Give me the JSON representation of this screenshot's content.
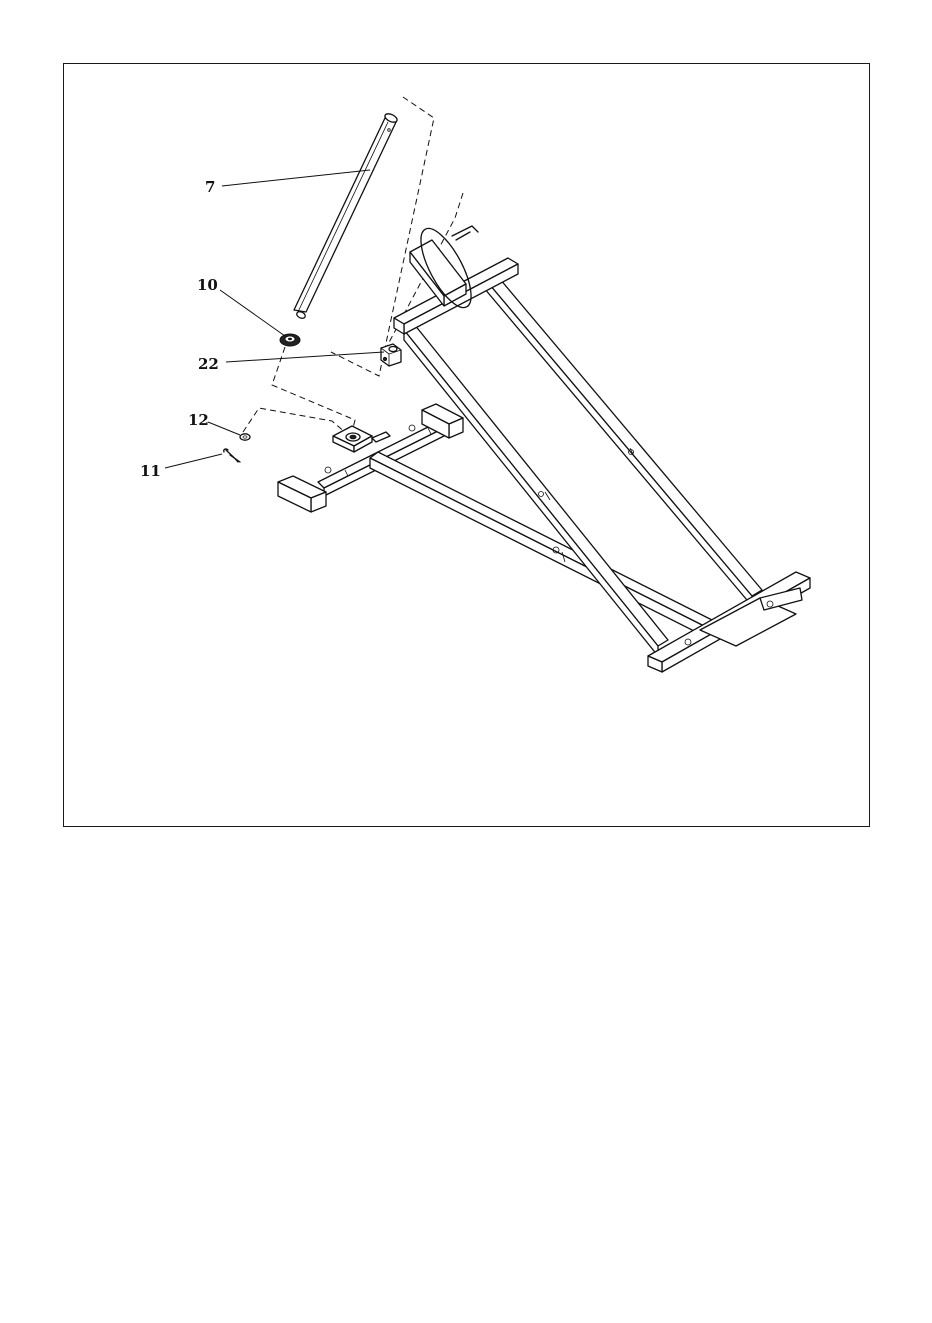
{
  "diagram": {
    "part_labels": {
      "p7": "7",
      "p10": "10",
      "p22": "22",
      "p12": "12",
      "p11": "11"
    }
  }
}
